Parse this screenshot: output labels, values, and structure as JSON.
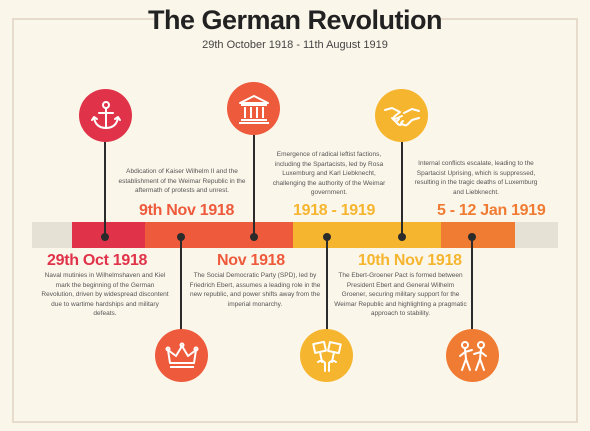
{
  "title": "The German Revolution",
  "subtitle": "29th October 1918 - 11th August 1919",
  "colors": {
    "background": "#fbf6ea",
    "bar_gray": "#e6e1d5",
    "red": "#e0334a",
    "orange_red": "#ee5a3c",
    "yellow": "#f6b52e",
    "orange": "#f07b32"
  },
  "events": [
    {
      "date": "29th Oct 1918",
      "description": "Naval mutinies in Wilhelmshaven and Kiel mark the beginning of the German Revolution, driven by widespread discontent due to wartime hardships and military defeats.",
      "icon": "anchor-icon",
      "color": "#e0334a"
    },
    {
      "date": "9th Nov 1918",
      "description": "Abdication of Kaiser Wilhelm II and the establishment of the Weimar Republic in the aftermath of protests and unrest.",
      "icon": "crown-icon",
      "color": "#ee5a3c"
    },
    {
      "date": "Nov 1918",
      "description": "The Social Democratic Party (SPD), led by Friedrich Ebert, assumes a leading role in the new republic, and power shifts away from the imperial monarchy.",
      "icon": "government-building-icon",
      "color": "#ee5a3c"
    },
    {
      "date": "1918 - 1919",
      "description": "Emergence of radical leftist factions, including the Spartacists, led by Rosa Luxemburg and Karl Liebknecht, challenging the authority of the Weimar government.",
      "icon": "protest-icon",
      "color": "#f6b52e"
    },
    {
      "date": "10th Nov 1918",
      "description": "The Ebert-Groener Pact is formed between President Ebert and General Wilhelm Groener, securing military support for the Weimar Republic and highlighting a pragmatic approach to stability.",
      "icon": "handshake-icon",
      "color": "#f6b52e"
    },
    {
      "date": "5 - 12 Jan 1919",
      "description": "Internal conflicts escalate, leading to the Spartacist Uprising, which is suppressed, resulting in the tragic deaths of Luxemburg and Liebknecht.",
      "icon": "fighting-icon",
      "color": "#f07b32"
    }
  ]
}
